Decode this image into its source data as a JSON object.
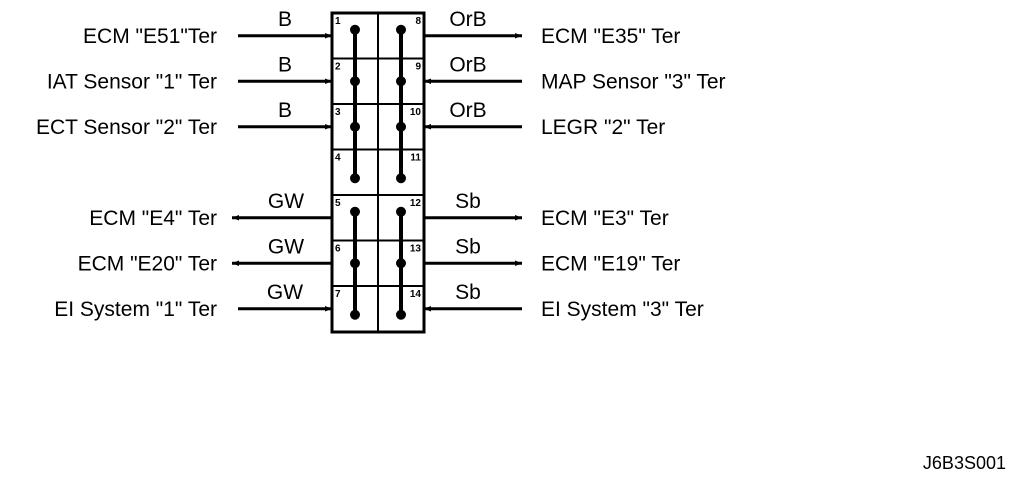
{
  "left_connections": [
    {
      "label": "ECM \"E51\"Ter",
      "wire": "B",
      "direction": "in",
      "pin": "1"
    },
    {
      "label": "IAT Sensor \"1\" Ter",
      "wire": "B",
      "direction": "in",
      "pin": "2"
    },
    {
      "label": "ECT Sensor \"2\" Ter",
      "wire": "B",
      "direction": "in",
      "pin": "3"
    },
    {
      "label": "ECM \"E4\" Ter",
      "wire": "GW",
      "direction": "out",
      "pin": "5"
    },
    {
      "label": "ECM \"E20\" Ter",
      "wire": "GW",
      "direction": "out",
      "pin": "6"
    },
    {
      "label": "EI System \"1\" Ter",
      "wire": "GW",
      "direction": "in",
      "pin": "7"
    }
  ],
  "right_connections": [
    {
      "label": "ECM \"E35\" Ter",
      "wire": "OrB",
      "direction": "out",
      "pin": "8"
    },
    {
      "label": "MAP Sensor \"3\" Ter",
      "wire": "OrB",
      "direction": "in",
      "pin": "9"
    },
    {
      "label": "LEGR \"2\" Ter",
      "wire": "OrB",
      "direction": "in",
      "pin": "10"
    },
    {
      "label": "ECM \"E3\" Ter",
      "wire": "Sb",
      "direction": "out",
      "pin": "12"
    },
    {
      "label": "ECM \"E19\" Ter",
      "wire": "Sb",
      "direction": "out",
      "pin": "13"
    },
    {
      "label": "EI System \"3\" Ter",
      "wire": "Sb",
      "direction": "in",
      "pin": "14"
    }
  ],
  "connector": {
    "left_pins": [
      "1",
      "2",
      "3",
      "4",
      "5",
      "6",
      "7"
    ],
    "right_pins": [
      "8",
      "9",
      "10",
      "11",
      "12",
      "13",
      "14"
    ]
  },
  "diagram_id": "J6B3S001"
}
